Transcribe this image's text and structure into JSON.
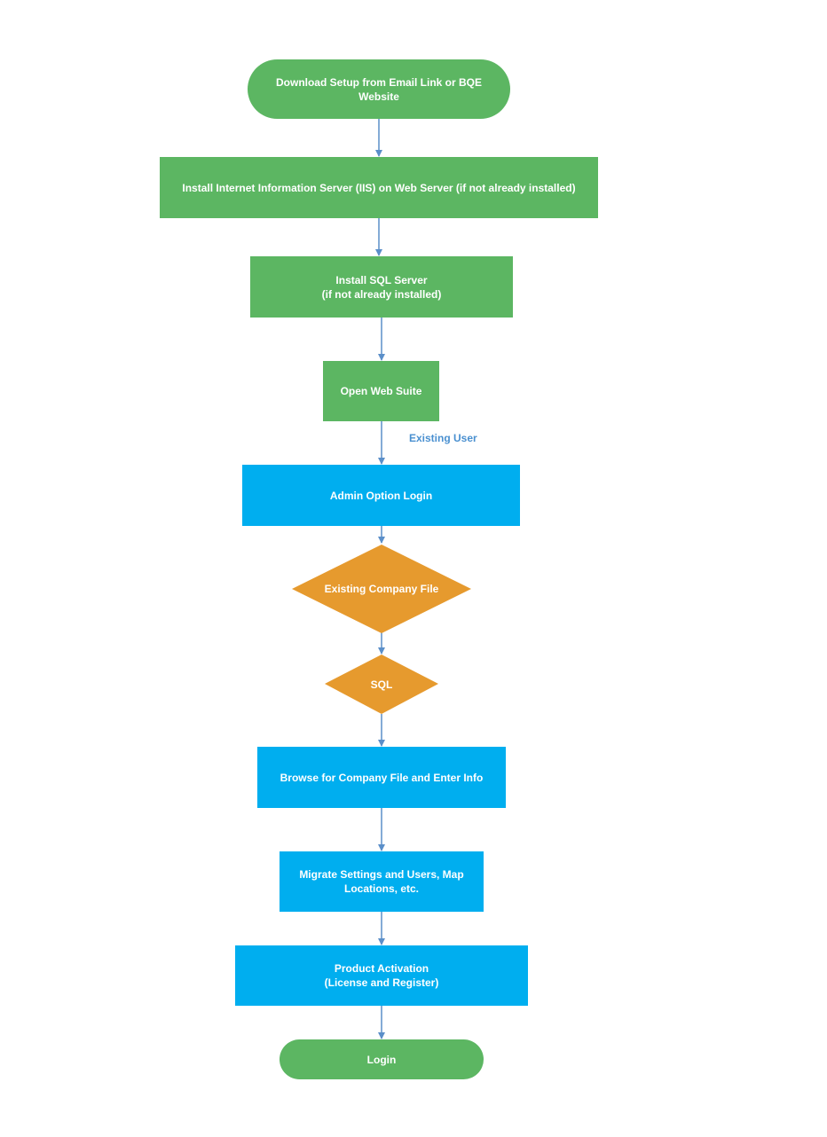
{
  "colors": {
    "green": "#5cb662",
    "blue": "#00aeef",
    "orange": "#e69a2e",
    "connector": "#5b8fc9",
    "label": "#4a90d0"
  },
  "nodes": {
    "download": "Download Setup from Email Link or BQE Website",
    "install_iis": "Install Internet Information Server (IIS) on Web Server (if not already installed)",
    "install_sql": "Install SQL Server\n(if not already installed)",
    "open_web_suite": "Open Web Suite",
    "admin_login": "Admin Option Login",
    "existing_company_file": "Existing Company File",
    "sql": "SQL",
    "browse": "Browse for Company File and Enter Info",
    "migrate": "Migrate Settings and Users, Map\nLocations, etc.",
    "activation": "Product Activation\n(License and Register)",
    "login": "Login"
  },
  "edges": {
    "existing_user": "Existing User"
  }
}
